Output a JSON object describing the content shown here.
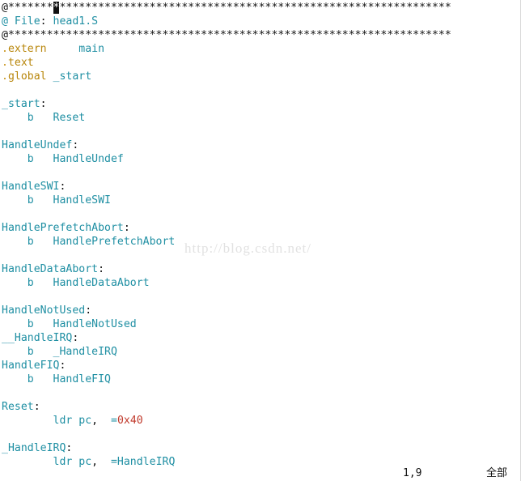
{
  "editor": {
    "lines": [
      [
        {
          "t": "@*******",
          "c": "stars"
        },
        {
          "t": "*",
          "c": "cursor"
        },
        {
          "t": "*************************************************************",
          "c": "stars"
        }
      ],
      [
        {
          "t": "@ File",
          "c": "comment"
        },
        {
          "t": ":",
          "c": "colon"
        },
        {
          "t": " head1.S",
          "c": "comment"
        }
      ],
      [
        {
          "t": "@*********************************************************************",
          "c": "stars"
        }
      ],
      [
        {
          "t": ".",
          "c": "dot"
        },
        {
          "t": "extern",
          "c": "directive"
        },
        {
          "t": "     main",
          "c": "op"
        }
      ],
      [
        {
          "t": ".",
          "c": "dot"
        },
        {
          "t": "text",
          "c": "directive"
        }
      ],
      [
        {
          "t": ".",
          "c": "dot"
        },
        {
          "t": "global",
          "c": "directive"
        },
        {
          "t": " _start",
          "c": "op"
        }
      ],
      [],
      [
        {
          "t": "_start",
          "c": "label"
        },
        {
          "t": ":",
          "c": "colon"
        }
      ],
      [
        {
          "t": "    b   Reset",
          "c": "instr"
        }
      ],
      [],
      [
        {
          "t": "HandleUndef",
          "c": "label"
        },
        {
          "t": ":",
          "c": "colon"
        }
      ],
      [
        {
          "t": "    b   HandleUndef",
          "c": "instr"
        }
      ],
      [],
      [
        {
          "t": "HandleSWI",
          "c": "label"
        },
        {
          "t": ":",
          "c": "colon"
        }
      ],
      [
        {
          "t": "    b   HandleSWI",
          "c": "instr"
        }
      ],
      [],
      [
        {
          "t": "HandlePrefetchAbort",
          "c": "label"
        },
        {
          "t": ":",
          "c": "colon"
        }
      ],
      [
        {
          "t": "    b   HandlePrefetchAbort",
          "c": "instr"
        }
      ],
      [],
      [
        {
          "t": "HandleDataAbort",
          "c": "label"
        },
        {
          "t": ":",
          "c": "colon"
        }
      ],
      [
        {
          "t": "    b   HandleDataAbort",
          "c": "instr"
        }
      ],
      [],
      [
        {
          "t": "HandleNotUsed",
          "c": "label"
        },
        {
          "t": ":",
          "c": "colon"
        }
      ],
      [
        {
          "t": "    b   HandleNotUsed",
          "c": "instr"
        }
      ],
      [
        {
          "t": "__HandleIRQ",
          "c": "label"
        },
        {
          "t": ":",
          "c": "colon"
        }
      ],
      [
        {
          "t": "    b   _HandleIRQ",
          "c": "instr"
        }
      ],
      [
        {
          "t": "HandleFIQ",
          "c": "label"
        },
        {
          "t": ":",
          "c": "colon"
        }
      ],
      [
        {
          "t": "    b   HandleFIQ",
          "c": "instr"
        }
      ],
      [],
      [
        {
          "t": "Reset",
          "c": "label"
        },
        {
          "t": ":",
          "c": "colon"
        }
      ],
      [
        {
          "t": "        ldr pc",
          "c": "instr"
        },
        {
          "t": ",",
          "c": "punct"
        },
        {
          "t": "  =",
          "c": "op"
        },
        {
          "t": "0x40",
          "c": "number"
        }
      ],
      [],
      [
        {
          "t": "_HandleIRQ",
          "c": "label"
        },
        {
          "t": ":",
          "c": "colon"
        }
      ],
      [
        {
          "t": "        ldr pc",
          "c": "instr"
        },
        {
          "t": ",",
          "c": "punct"
        },
        {
          "t": "  =HandleIRQ",
          "c": "op"
        }
      ]
    ]
  },
  "statusline": {
    "position": "1,9",
    "scroll": "全部"
  },
  "watermark": "http://blog.csdn.net/",
  "colors": {
    "text": "#1f8fa3",
    "directive": "#b8860b",
    "number": "#c0392b",
    "punctuation": "#111111",
    "background": "#ffffff"
  }
}
